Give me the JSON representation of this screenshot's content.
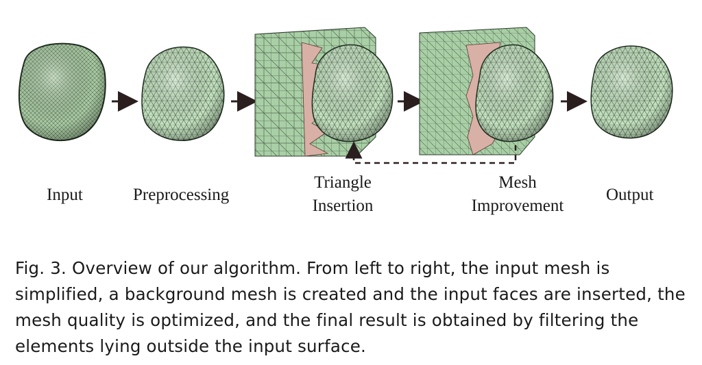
{
  "figure": {
    "stages": [
      {
        "label": "Input"
      },
      {
        "label": "Preprocessing"
      },
      {
        "label_line1": "Triangle",
        "label_line2": "Insertion"
      },
      {
        "label_line1": "Mesh",
        "label_line2": "Improvement"
      },
      {
        "label": "Output"
      }
    ],
    "colors": {
      "mesh_surface": "#b9dcb8",
      "mesh_edge": "#2b3a2b",
      "tet_face": "#d8b0a6",
      "background_box": "#a9cfa6",
      "arrow": "#2a1e1e"
    }
  },
  "caption": {
    "figure_label": "Fig. 3.",
    "text": "Overview of our algorithm. From left to right, the input mesh is simplified, a background mesh is created and the input faces are inserted, the mesh quality is optimized, and the final result is obtained by filtering the elements lying outside the input surface."
  }
}
